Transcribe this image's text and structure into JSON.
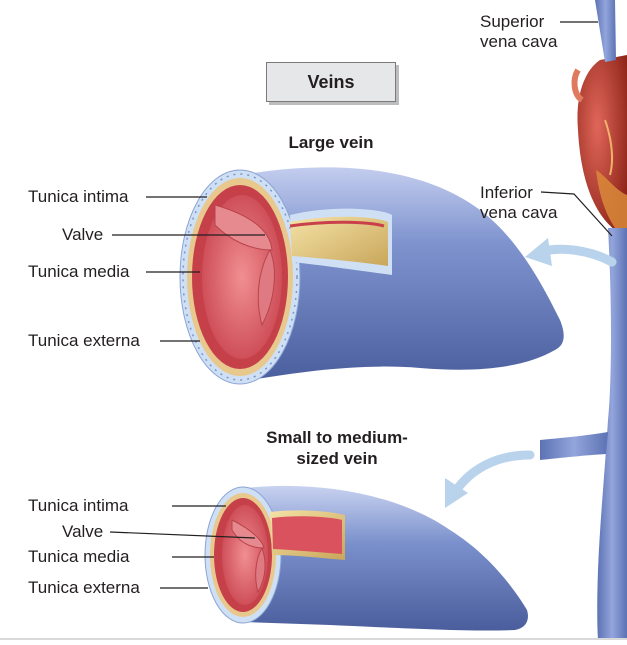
{
  "figure": {
    "title": "Veins",
    "large": {
      "heading": "Large vein",
      "labels": [
        "Tunica intima",
        "Valve",
        "Tunica media",
        "Tunica externa"
      ]
    },
    "small": {
      "heading_line1": "Small to medium-",
      "heading_line2": "sized vein",
      "labels": [
        "Tunica intima",
        "Valve",
        "Tunica media",
        "Tunica externa"
      ]
    },
    "right": {
      "superior_line1": "Superior",
      "superior_line2": "vena cava",
      "inferior_line1": "Inferior",
      "inferior_line2": "vena cava"
    }
  },
  "colors": {
    "vein_blue": "#6f86c2",
    "vein_light": "#a9b8e0",
    "lumen_red": "#d9525e",
    "wall_cream": "#f3d8a2",
    "arrow_blue": "#b9d3ec",
    "heart_red": "#c0392b"
  }
}
